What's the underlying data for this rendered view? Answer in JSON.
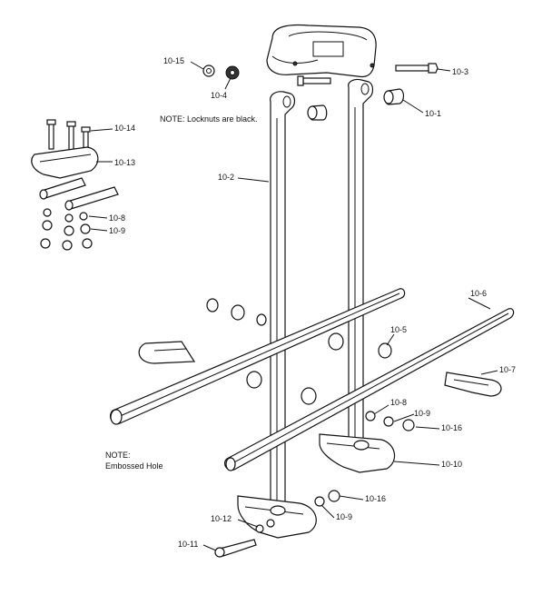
{
  "labels": {
    "l10_15": "10-15",
    "l10_4": "10-4",
    "l10_3": "10-3",
    "l10_1": "10-1",
    "l10_14": "10-14",
    "l10_13": "10-13",
    "l10_8a": "10-8",
    "l10_9a": "10-9",
    "l10_2": "10-2",
    "l10_6": "10-6",
    "l10_5": "10-5",
    "l10_7": "10-7",
    "l10_8b": "10-8",
    "l10_9b": "10-9",
    "l10_16a": "10-16",
    "l10_10": "10-10",
    "l10_16b": "10-16",
    "l10_9c": "10-9",
    "l10_12": "10-12",
    "l10_11": "10-11"
  },
  "notes": {
    "locknut": "NOTE: Locknuts are black.",
    "emb1": "NOTE:",
    "emb2": "Embossed Hole"
  }
}
